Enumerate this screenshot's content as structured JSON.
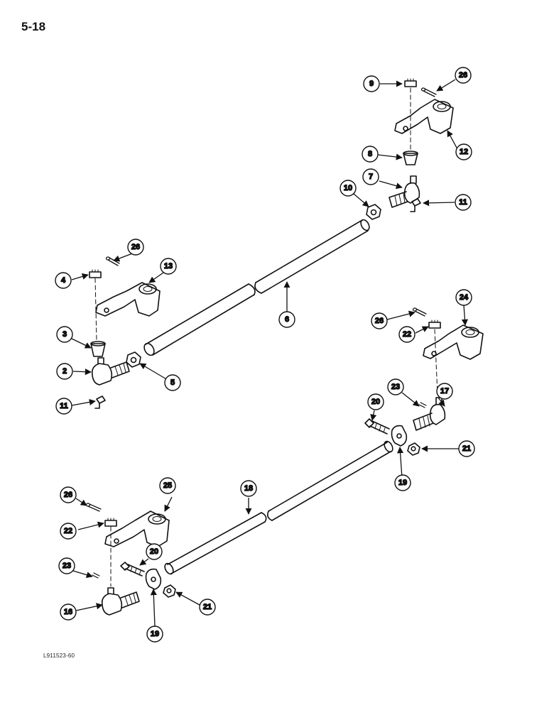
{
  "page": {
    "page_number": "5-18",
    "figure_code": "L911523-60"
  },
  "callouts": {
    "c2": "2",
    "c3": "3",
    "c4": "4",
    "c5": "5",
    "c6": "6",
    "c7": "7",
    "c8": "8",
    "c9": "9",
    "c10": "10",
    "c11a": "11",
    "c11b": "11",
    "c12": "12",
    "c13": "13",
    "c16": "16",
    "c17": "17",
    "c18": "18",
    "c19a": "19",
    "c19b": "19",
    "c20a": "20",
    "c20b": "20",
    "c21a": "21",
    "c21b": "21",
    "c22a": "22",
    "c22b": "22",
    "c23a": "23",
    "c23b": "23",
    "c24": "24",
    "c25": "25",
    "c26a": "26",
    "c26b": "26",
    "c26c": "26",
    "c26d": "26"
  }
}
